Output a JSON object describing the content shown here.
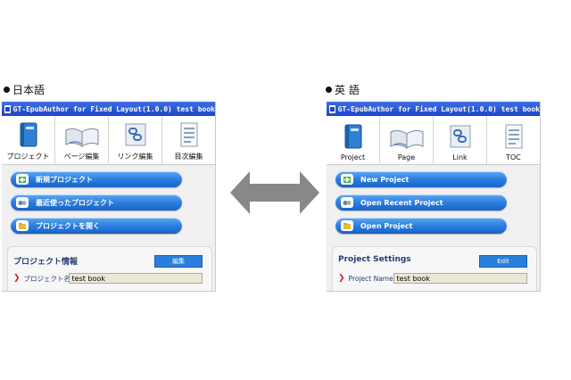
{
  "captions": {
    "left": "日本語",
    "right": "英 語"
  },
  "window_title": "GT-EpubAuthor for Fixed Layout(1.0.0) test book",
  "japanese": {
    "tools": [
      "プロジェクト",
      "ページ編集",
      "リンク編集",
      "目次編集"
    ],
    "buttons": [
      "新規プロジェクト",
      "最近使ったプロジェクト",
      "プロジェクトを開く"
    ],
    "panel_title": "プロジェクト情報",
    "edit_label": "編集",
    "field_label": "プロジェクト名",
    "field_value": "test book"
  },
  "english": {
    "tools": [
      "Project",
      "Page",
      "Link",
      "TOC"
    ],
    "buttons": [
      "New Project",
      "Open Recent Project",
      "Open Project"
    ],
    "panel_title": "Project Settings",
    "edit_label": "Edit",
    "field_label": "Project Name",
    "field_value": "test book"
  },
  "icons": {
    "tools": [
      "book-icon",
      "open-book-icon",
      "chain-link-icon",
      "document-list-icon"
    ],
    "buttons": [
      "new-project-icon",
      "recent-projects-icon",
      "open-project-icon"
    ],
    "arrow": "double-arrow-icon"
  },
  "colors": {
    "titlebar": "#1c46c8",
    "button": "#2b7ee0",
    "accent_red": "#d01c1c",
    "arrow": "#888888"
  }
}
